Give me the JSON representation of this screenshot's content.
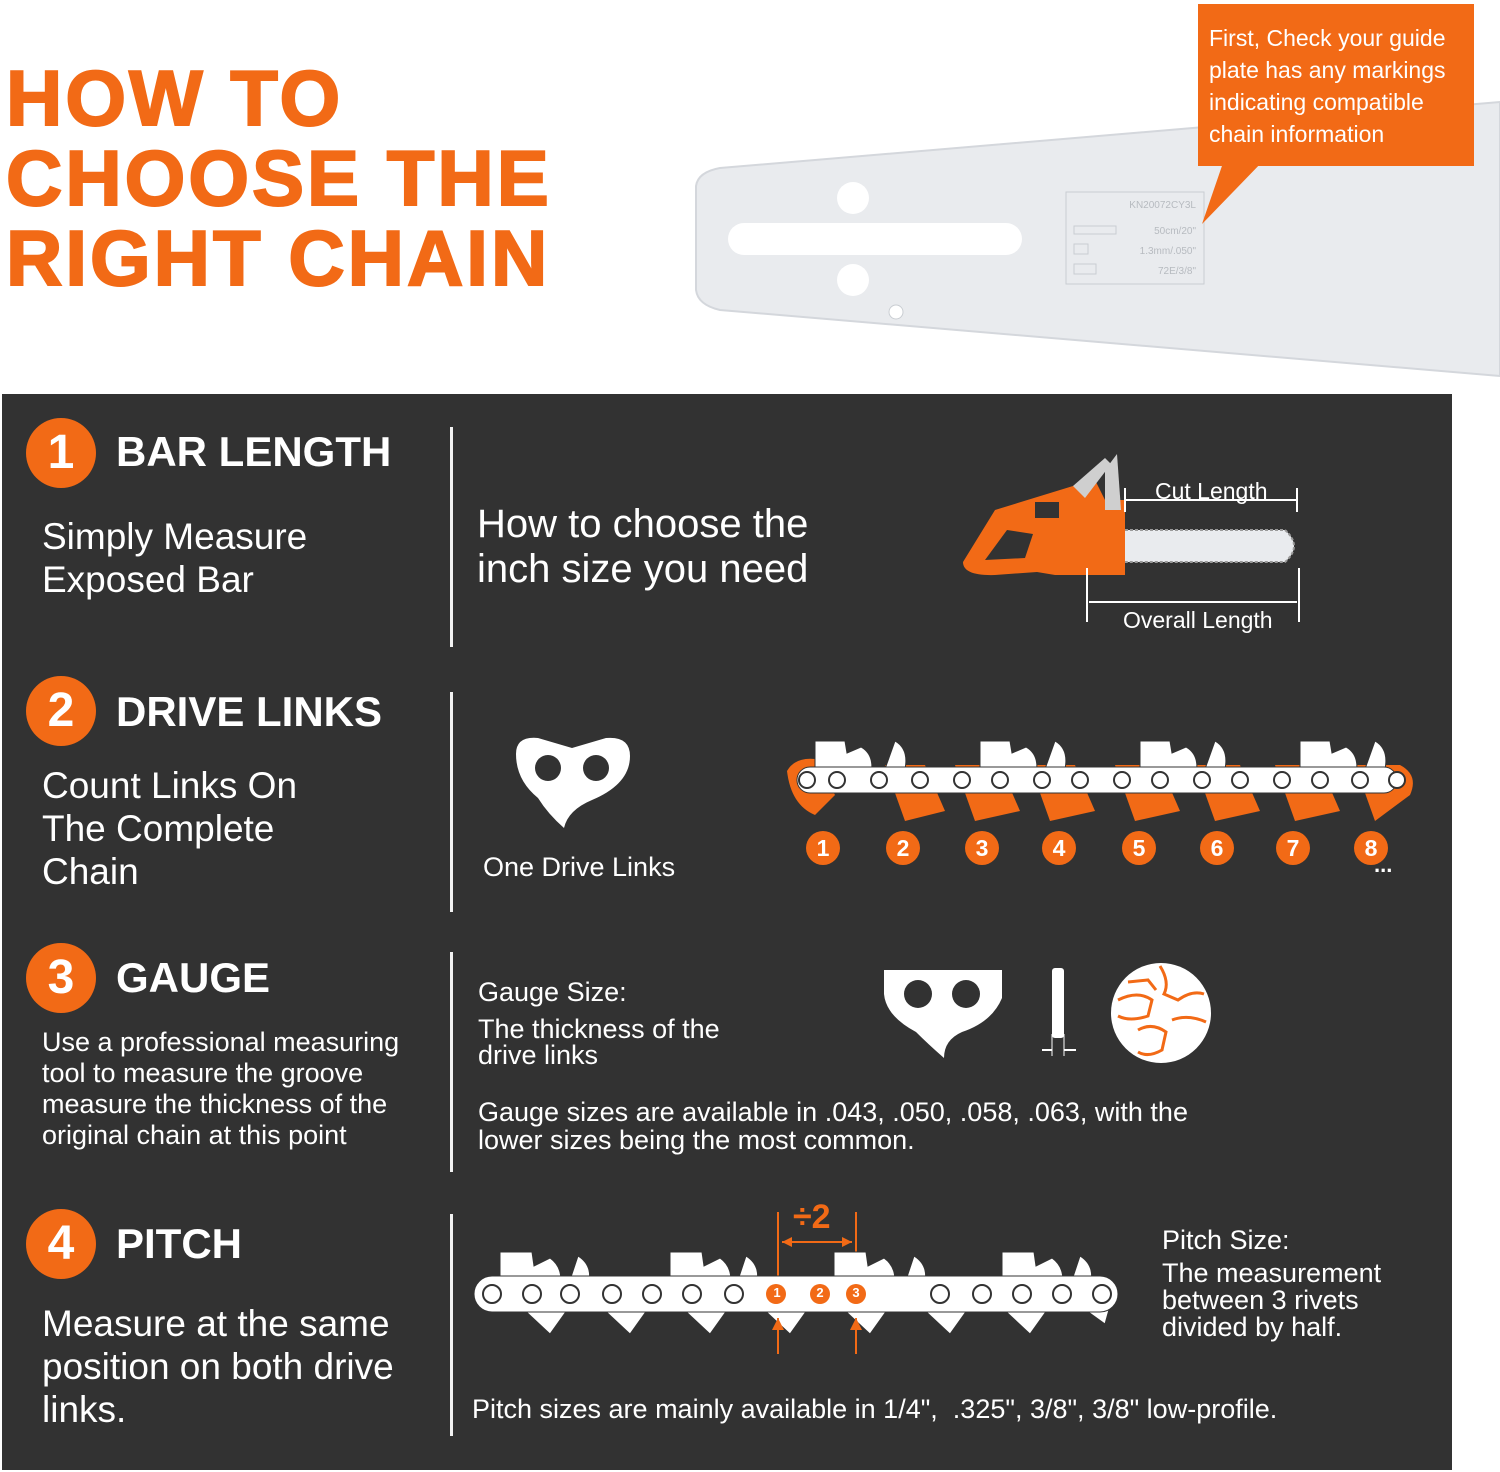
{
  "header": {
    "headline_lines": [
      "HOW TO",
      "CHOOSE THE",
      "RIGHT CHAIN"
    ],
    "callout": "First, Check your guide plate has any markings indicating compatible chain information",
    "bar_markings": [
      "KN20072CY3L",
      "50cm/20\"",
      "1.3mm/.050\"",
      "72E/3/8\""
    ]
  },
  "sections": [
    {
      "number": "1",
      "title": "BAR LENGTH",
      "description": "Simply Measure Exposed Bar",
      "middle_text": "How to choose the inch size you need",
      "labels": {
        "cut_length": "Cut Length",
        "overall_length": "Overall Length"
      }
    },
    {
      "number": "2",
      "title": "DRIVE LINKS",
      "description": "Count Links On The Complete Chain",
      "middle_text": "One Drive Links",
      "link_numbers": [
        "1",
        "2",
        "3",
        "4",
        "5",
        "6",
        "7",
        "8"
      ],
      "ellipsis": "..."
    },
    {
      "number": "3",
      "title": "GAUGE",
      "description": "Use a professional measuring tool to measure the groove measure the thickness of the original chain at this point",
      "gauge_size_label": "Gauge Size:",
      "gauge_size_text": "The thickness of the drive links",
      "sizes_text": "Gauge sizes are available in .043, .050, .058, .063, with the lower sizes being the most common."
    },
    {
      "number": "4",
      "title": "PITCH",
      "description": "Measure at the same position on both drive links.",
      "divide_label": "÷2",
      "rivet_numbers": [
        "1",
        "2",
        "3"
      ],
      "pitch_size_label": "Pitch Size:",
      "pitch_size_text": "The measurement between 3 rivets divided by half.",
      "sizes_text": "Pitch sizes are mainly available in 1/4\",  .325\", 3/8\", 3/8\" low-profile."
    }
  ],
  "colors": {
    "accent": "#f26a16",
    "panel": "#323232",
    "bar": "#e9ebee",
    "text": "#ffffff"
  },
  "icons": [
    "guide-bar",
    "chainsaw-icon",
    "drive-link-icon",
    "chain-strip-icon",
    "gauge-thickness-icon",
    "sprocket-icon"
  ]
}
